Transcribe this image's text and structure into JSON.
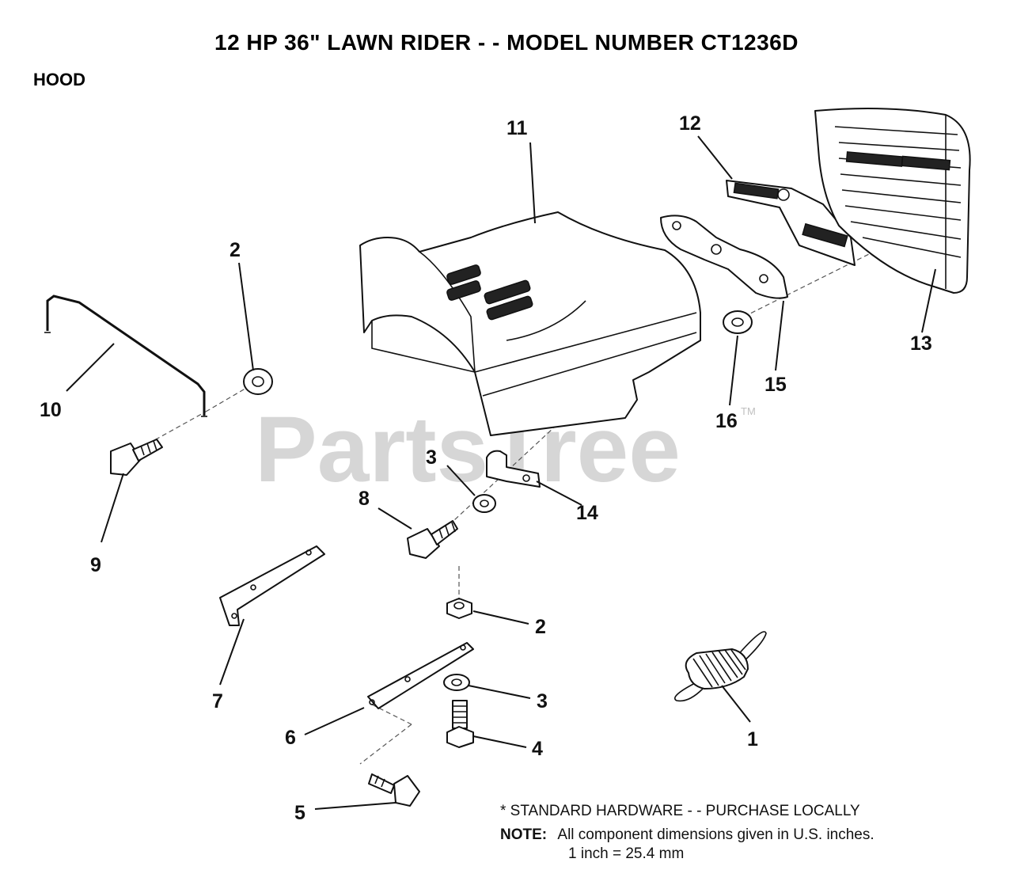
{
  "title": "12 HP 36\" LAWN RIDER - - MODEL NUMBER CT1236D",
  "section": "HOOD",
  "watermark": "PartsTree",
  "watermark_mark": "TM",
  "callouts": {
    "c11": "11",
    "c12": "12",
    "c13": "13",
    "c2a": "2",
    "c10": "10",
    "c15": "15",
    "c16": "16",
    "c3a": "3",
    "c14": "14",
    "c8": "8",
    "c9": "9",
    "c2b": "2",
    "c7": "7",
    "c3b": "3",
    "c1": "1",
    "c6": "6",
    "c4": "4",
    "c5": "5"
  },
  "notes": {
    "standard_hardware": "* STANDARD HARDWARE - - PURCHASE LOCALLY",
    "note_label": "NOTE:",
    "note_text": "All component dimensions given in U.S. inches.",
    "conversion": "1 inch = 25.4 mm"
  }
}
